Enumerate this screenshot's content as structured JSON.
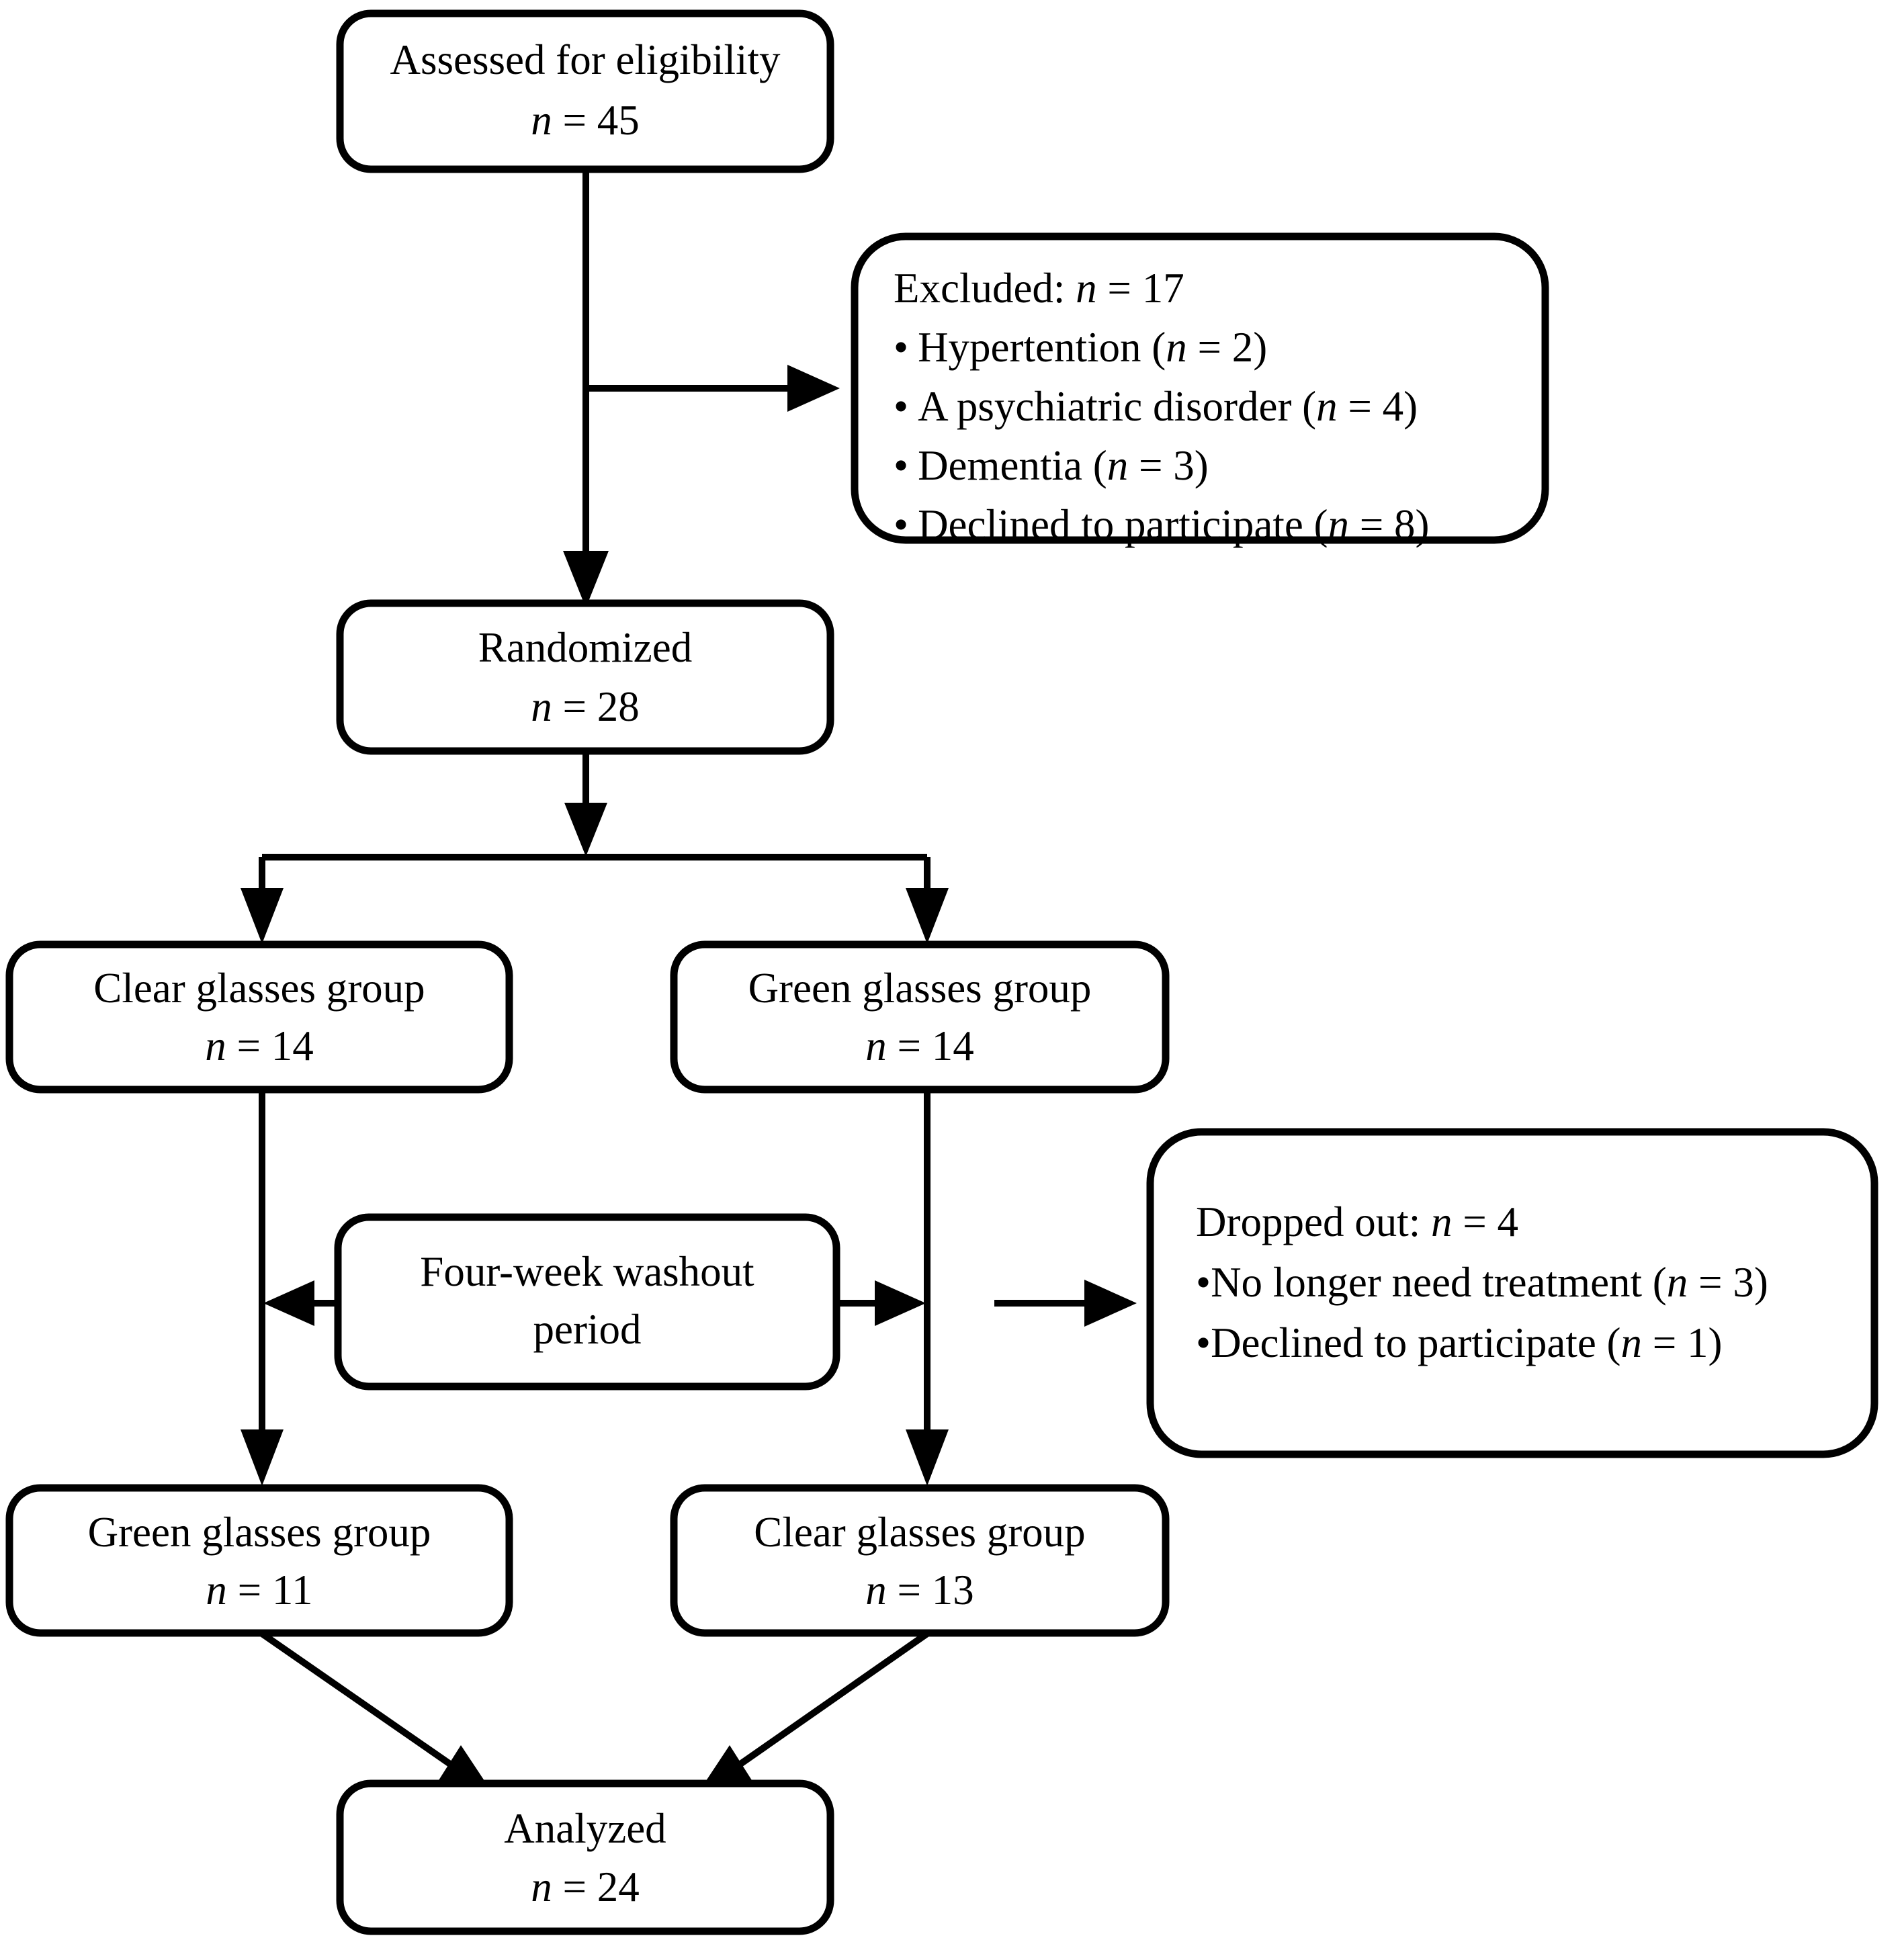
{
  "diagram": {
    "title": "CONSORT participant flow diagram",
    "ink_color": "#000000",
    "background_color": "#ffffff"
  },
  "nodes": {
    "assessed": {
      "line1": "Assessed for eligibility",
      "n_symbol": "n",
      "n_equals": " = 45"
    },
    "excluded": {
      "heading_label": "Excluded: ",
      "heading_n": "n",
      "heading_value": " = 17",
      "bullets": [
        {
          "marker": "•",
          "label": "Hypertention (",
          "n": "n",
          "value": " = 2)"
        },
        {
          "marker": "•",
          "label": "A psychiatric disorder (",
          "n": "n",
          "value": " = 4)"
        },
        {
          "marker": "•",
          "label": "Dementia (",
          "n": "n",
          "value": " = 3)"
        },
        {
          "marker": "•",
          "label": "Declined to participate (",
          "n": "n",
          "value": " = 8)"
        }
      ]
    },
    "randomized": {
      "line1": "Randomized",
      "n_symbol": "n",
      "n_equals": " = 28"
    },
    "clear_group_top": {
      "line1": "Clear glasses group",
      "n_symbol": "n",
      "n_equals": " = 14"
    },
    "green_group_top": {
      "line1": "Green glasses group",
      "n_symbol": "n",
      "n_equals": " = 14"
    },
    "washout": {
      "line1": "Four-week washout",
      "line2": "period"
    },
    "dropped_out": {
      "heading_label": "Dropped out: ",
      "heading_n": "n",
      "heading_value": " = 4",
      "bullets": [
        {
          "marker": "•",
          "label": "No longer need treatment (",
          "n": "n",
          "value": " = 3)"
        },
        {
          "marker": "•",
          "label": "Declined to participate (",
          "n": "n",
          "value": " = 1)"
        }
      ]
    },
    "green_group_bottom": {
      "line1": "Green glasses group",
      "n_symbol": "n",
      "n_equals": " = 11"
    },
    "clear_group_bottom": {
      "line1": "Clear glasses group",
      "n_symbol": "n",
      "n_equals": " = 13"
    },
    "analyzed": {
      "line1": "Analyzed",
      "n_symbol": "n",
      "n_equals": " = 24"
    }
  }
}
